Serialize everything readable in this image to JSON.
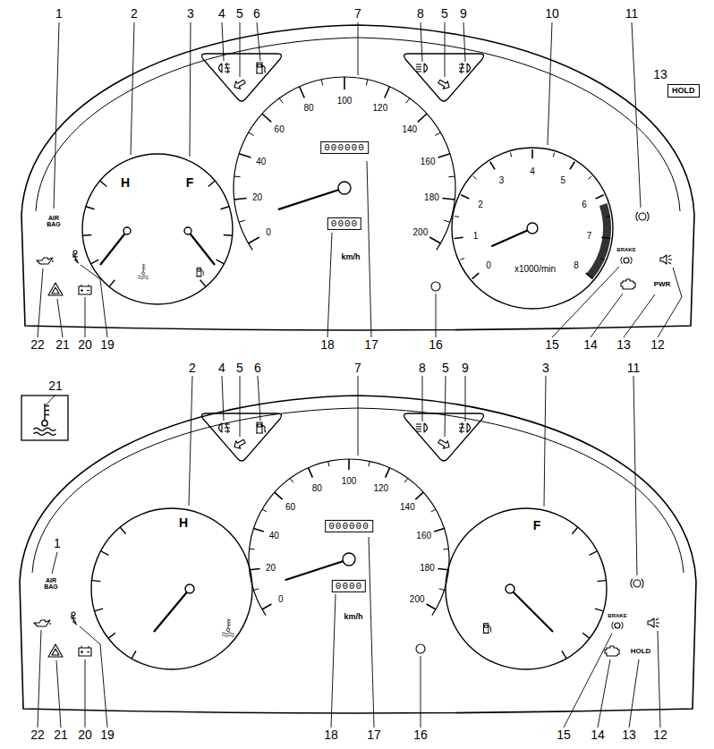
{
  "diagram": {
    "nodes": [
      {
        "text": [
          "HOLD"
        ]
      }
    ],
    "labels": [
      "1",
      "2",
      "3",
      "4",
      "5",
      "6",
      "7",
      "8",
      "5",
      "9",
      "10",
      "11",
      "13",
      "H",
      "F",
      "0",
      "20",
      "40",
      "60",
      "80",
      "100",
      "120",
      "140",
      "160",
      "180",
      "200",
      "000000",
      "0000",
      "km/h",
      "0",
      "1",
      "2",
      "3",
      "4",
      "5",
      "6",
      "7",
      "8",
      "x1000/min",
      "AIR BAG",
      "BRAKE",
      "PWR",
      "22",
      "21",
      "20",
      "19",
      "18",
      "17",
      "16",
      "15",
      "14",
      "13",
      "12",
      "21",
      "2",
      "4",
      "5",
      "6",
      "7",
      "8",
      "5",
      "9",
      "3",
      "11",
      "1",
      "H",
      "F",
      "0",
      "20",
      "40",
      "60",
      "80",
      "100",
      "120",
      "140",
      "160",
      "180",
      "200",
      "000000",
      "0000",
      "km/h",
      "AIR BAG",
      "BRAKE",
      "HOLD",
      "22",
      "21",
      "20",
      "19",
      "18",
      "17",
      "16",
      "15",
      "14",
      "13",
      "12"
    ]
  }
}
